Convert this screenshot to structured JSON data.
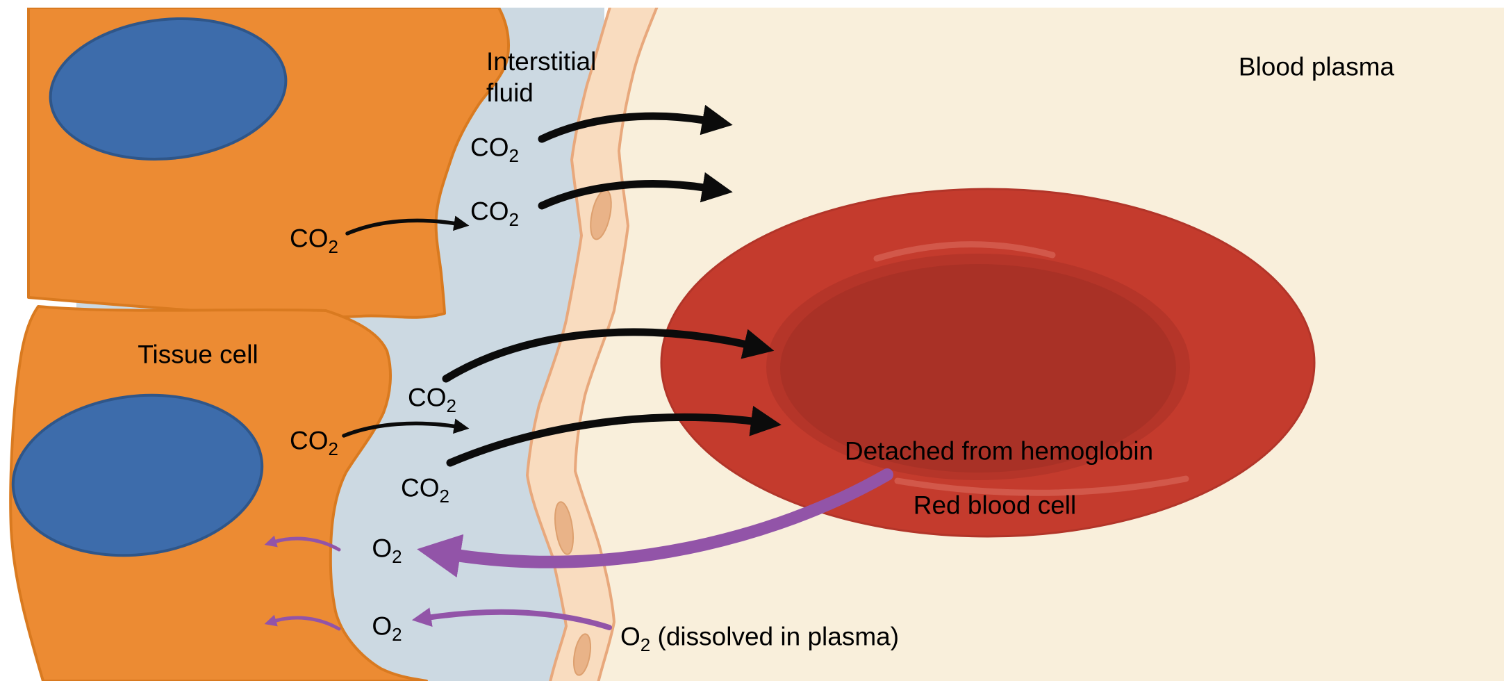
{
  "labels": {
    "interstitial_fluid_line1": "Interstitial",
    "interstitial_fluid_line2": "fluid",
    "blood_plasma": "Blood plasma",
    "tissue_cell": "Tissue cell",
    "red_blood_cell": "Red blood cell",
    "detached_from_hemoglobin": "Detached from hemoglobin",
    "o2_dissolved_suffix": " (dissolved in plasma)"
  },
  "molecules": {
    "co2_base": "CO",
    "co2_sub": "2",
    "o2_base": "O",
    "o2_sub": "2"
  },
  "colors": {
    "background": "#ffffff",
    "tissue_cell_fill": "#ec8b33",
    "tissue_cell_stroke": "#d97a20",
    "nucleus_fill": "#3d6cab",
    "interstitial_fluid_fill": "#ccd9e2",
    "capillary_wall_fill": "#f9dcbf",
    "capillary_wall_stroke": "#e8a87c",
    "endothelial_nucleus_fill": "#e9b388",
    "blood_plasma_fill": "#f9efdb",
    "red_blood_cell_fill": "#c43b2d",
    "red_blood_cell_mid_fill": "#b53529",
    "red_blood_cell_center_fill": "#a93126",
    "red_blood_cell_highlight": "#d2584a",
    "co2_arrow_color": "#0b0b0b",
    "o2_arrow_color": "#9254a8",
    "text_color": "#000000"
  }
}
